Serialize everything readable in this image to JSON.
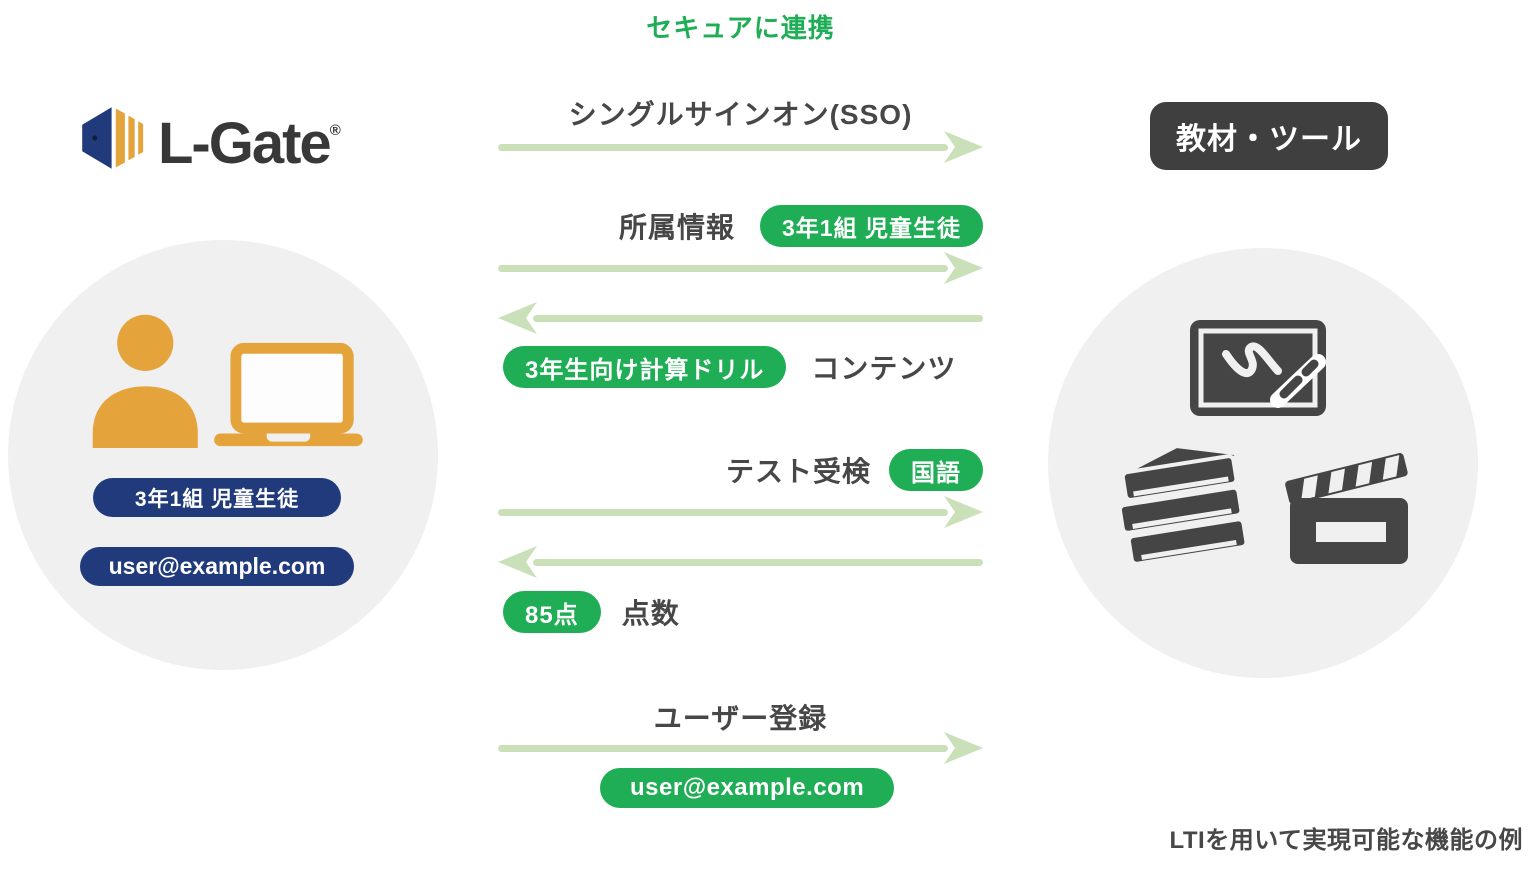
{
  "title": "セキュアに連携",
  "logo": {
    "brand": "L-Gate",
    "registered_mark": "®"
  },
  "right_system": {
    "label": "教材・ツール"
  },
  "left_entity": {
    "class_badge": "3年1組 児童生徒",
    "email_badge": "user@example.com"
  },
  "flow": {
    "sso_label": "シングルサインオン(SSO)",
    "affiliation_label": "所属情報",
    "affiliation_badge": "3年1組 児童生徒",
    "contents_badge": "3年生向け計算ドリル",
    "contents_label": "コンテンツ",
    "test_label": "テスト受検",
    "test_badge": "国語",
    "score_badge": "85点",
    "score_label": "点数",
    "register_label": "ユーザー登録",
    "register_badge": "user@example.com"
  },
  "footer_caption": "LTIを用いて実現可能な機能の例",
  "icons": {
    "left": [
      "person-icon",
      "laptop-icon"
    ],
    "right": [
      "tablet-icon",
      "books-icon",
      "clapperboard-icon"
    ],
    "arrows": [
      "arrow-right-icon",
      "arrow-left-icon"
    ]
  },
  "colors": {
    "accent_green": "#1fad55",
    "arrow_green": "#cae0b9",
    "navy": "#213a7b",
    "text_dark": "#474747",
    "pill_dark": "#3f3f3f",
    "circle_bg": "#f0f0f0",
    "orange": "#e5a33c",
    "logo_text": "#383838"
  }
}
